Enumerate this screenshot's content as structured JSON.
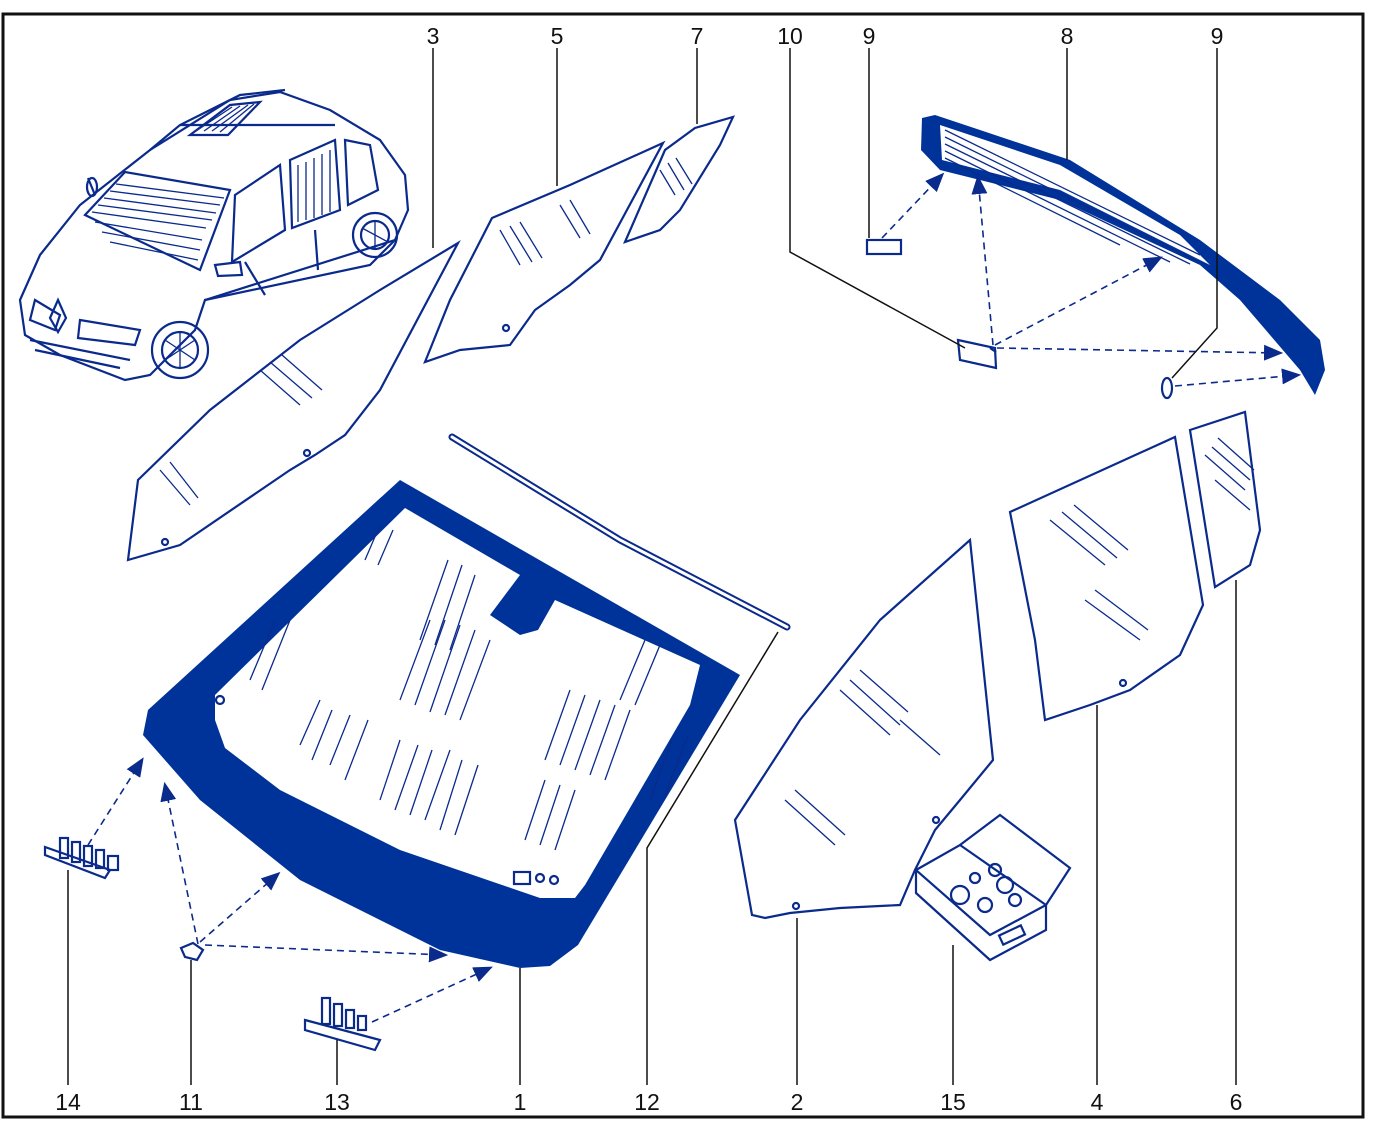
{
  "callouts": {
    "top": [
      "3",
      "5",
      "7",
      "10",
      "9",
      "8",
      "9"
    ],
    "bottom": [
      "14",
      "11",
      "13",
      "1",
      "12",
      "2",
      "15",
      "4",
      "6"
    ]
  },
  "colors": {
    "line": "#0a2a8c",
    "fill": "#003399",
    "frame": "#111111"
  }
}
